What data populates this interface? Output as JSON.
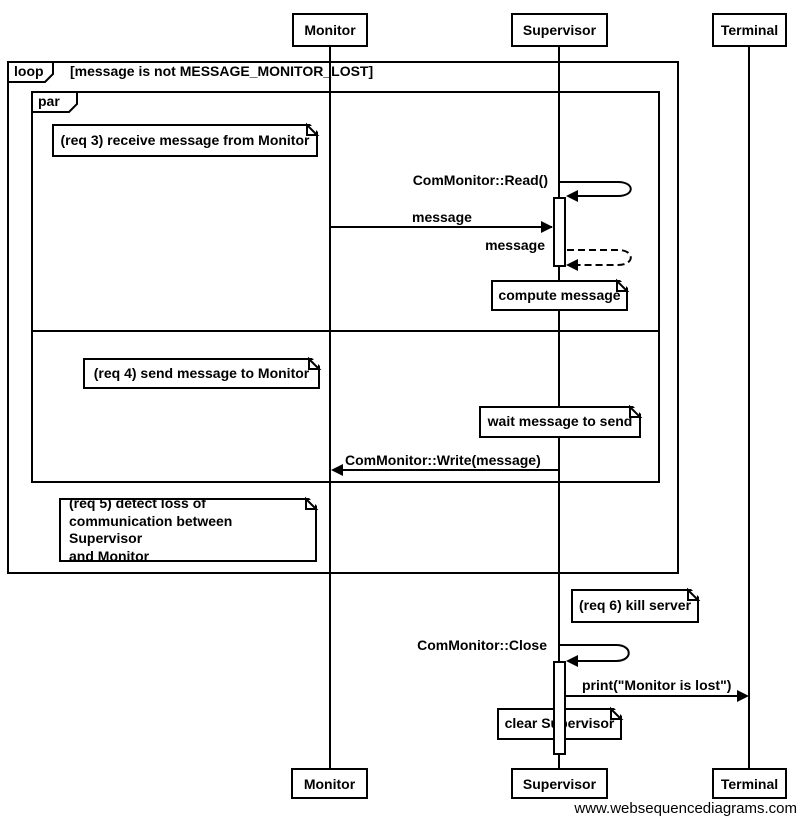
{
  "diagram": {
    "watermark": "www.websequencediagrams.com",
    "actors": [
      {
        "name": "Monitor"
      },
      {
        "name": "Supervisor"
      },
      {
        "name": "Terminal"
      }
    ],
    "fragments": {
      "loop": {
        "operator": "loop",
        "condition": "[message is not MESSAGE_MONITOR_LOST]"
      },
      "par": {
        "operator": "par"
      }
    },
    "messages": [
      {
        "label": "ComMonitor::Read()",
        "type": "self",
        "style": "solid",
        "on": "Supervisor"
      },
      {
        "label": "message",
        "type": "call",
        "style": "solid",
        "from": "Monitor",
        "to": "Supervisor"
      },
      {
        "label": "message",
        "type": "self",
        "style": "dashed",
        "on": "Supervisor"
      },
      {
        "label": "ComMonitor::Write(message)",
        "type": "call",
        "style": "solid",
        "from": "Supervisor",
        "to": "Monitor"
      },
      {
        "label": "ComMonitor::Close",
        "type": "self",
        "style": "solid",
        "on": "Supervisor"
      },
      {
        "label": "print(\"Monitor is lost\")",
        "type": "call",
        "style": "solid",
        "from": "Supervisor",
        "to": "Terminal"
      }
    ],
    "notes": [
      {
        "text": "(req 3) receive message from Monitor"
      },
      {
        "text": "compute message"
      },
      {
        "text": "(req 4) send message to Monitor"
      },
      {
        "text": "wait message to send"
      },
      {
        "text": "(req 5) detect loss of\ncommunication between Supervisor\nand Monitor"
      },
      {
        "text": "(req 6) kill server"
      },
      {
        "text": "clear Supervisor"
      }
    ]
  }
}
